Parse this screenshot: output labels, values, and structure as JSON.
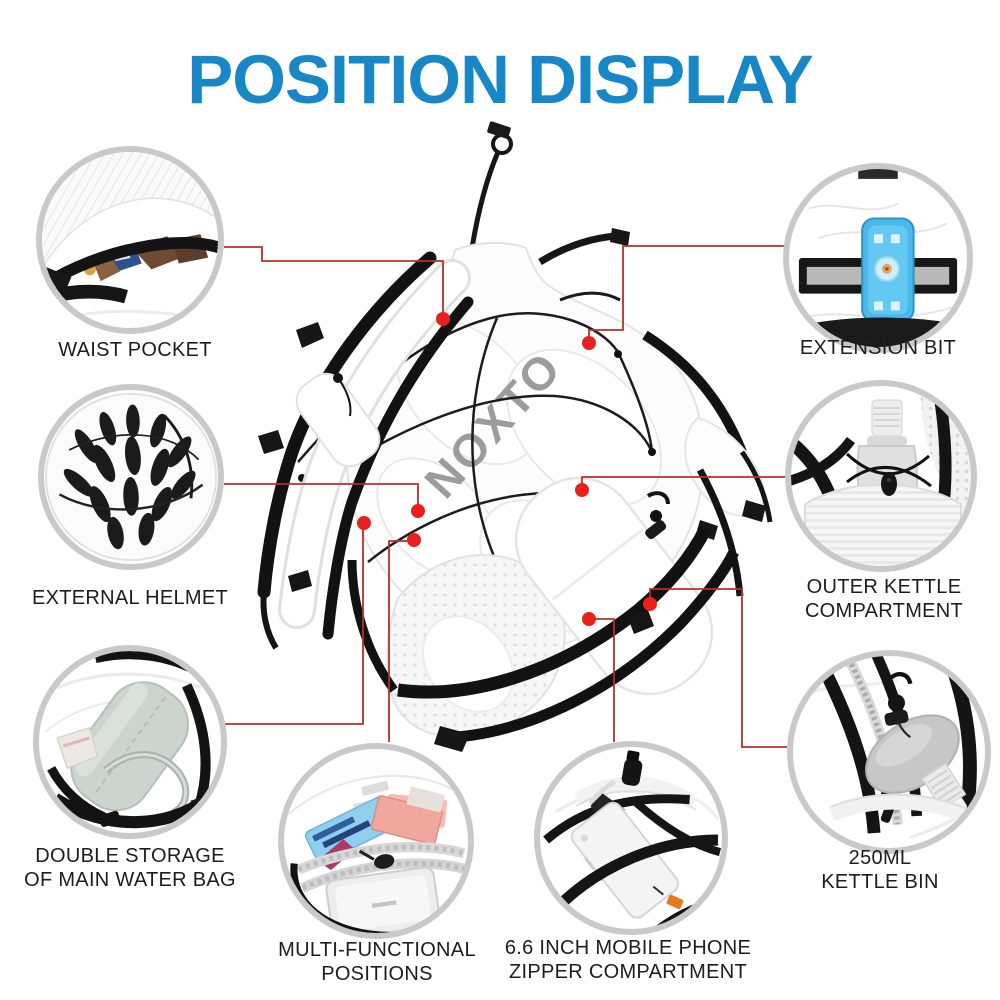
{
  "title": "POSITION DISPLAY",
  "brand_logo": "NOXTO",
  "colors": {
    "title_blue": "#1787c8",
    "leader_line_red": "#b5302b",
    "dot_red": "#e8211d",
    "circle_ring_gray": "#c9c9c9",
    "label_black": "#1d1d1d",
    "logo_gray": "#9c9c9c"
  },
  "callouts": [
    {
      "photo_icon": "waist-pocket-photo",
      "label_lines": [
        "WAIST POCKET"
      ]
    },
    {
      "photo_icon": "extension-bit-photo",
      "label_lines": [
        "EXTENSION BIT"
      ]
    },
    {
      "photo_icon": "external-helmet-photo",
      "label_lines": [
        "EXTERNAL HELMET"
      ]
    },
    {
      "photo_icon": "outer-kettle-compartment-photo",
      "label_lines": [
        "OUTER KETTLE",
        "COMPARTMENT"
      ]
    },
    {
      "photo_icon": "double-storage-water-bag-photo",
      "label_lines": [
        "DOUBLE STORAGE",
        "OF MAIN WATER BAG"
      ]
    },
    {
      "photo_icon": "multi-functional-photo",
      "label_lines": [
        "MULTI-FUNCTIONAL",
        "POSITIONS"
      ]
    },
    {
      "photo_icon": "phone-zipper-compartment-photo",
      "label_lines": [
        "6.6 INCH MOBILE PHONE",
        "ZIPPER COMPARTMENT"
      ]
    },
    {
      "photo_icon": "kettle-bin-photo",
      "label_lines": [
        "250ML",
        "KETTLE BIN"
      ]
    }
  ]
}
